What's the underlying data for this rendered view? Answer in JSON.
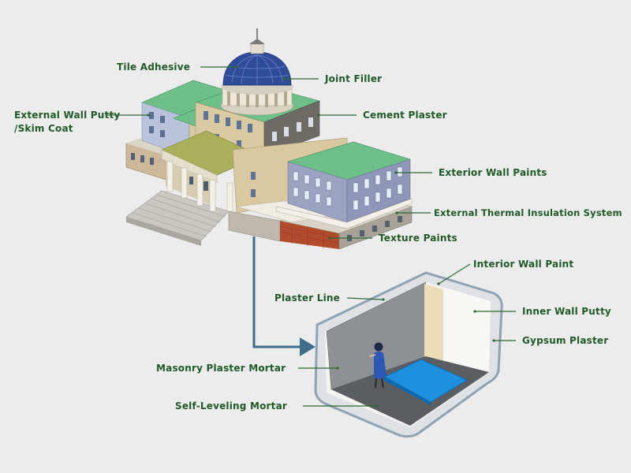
{
  "colors": {
    "background": "#ececec",
    "label_text": "#1f5a28",
    "leader_line": "#2a6a32",
    "connector_arrow": "#3d6f8c",
    "roof_green": "#6fbf86",
    "dome_blue": "#2f4b9a",
    "wall_beige": "#d8c9a2",
    "wall_blue_grey": "#8f98b8",
    "room_wall_grey": "#8f9195",
    "floor_mat_blue": "#1e90e0"
  },
  "labels": {
    "tile_adhesive": "Tile Adhesive",
    "joint_filler": "Joint Filler",
    "external_wall_putty": "External Wall Putty\n/Skim Coat",
    "cement_plaster": "Cement Plaster",
    "exterior_wall_paints": "Exterior Wall Paints",
    "external_thermal_insulation": "External Thermal Insulation System",
    "texture_paints": "Texture Paints",
    "interior_wall_paint": "Interior Wall Paint",
    "plaster_line": "Plaster Line",
    "inner_wall_putty": "Inner Wall Putty",
    "gypsum_plaster": "Gypsum Plaster",
    "masonry_plaster_mortar": "Masonry Plaster Mortar",
    "self_leveling_mortar": "Self-Leveling Mortar"
  },
  "icons": {
    "building": "building-illustration",
    "room": "room-cutaway-illustration",
    "person": "person-figure",
    "connector": "connector-arrow"
  }
}
